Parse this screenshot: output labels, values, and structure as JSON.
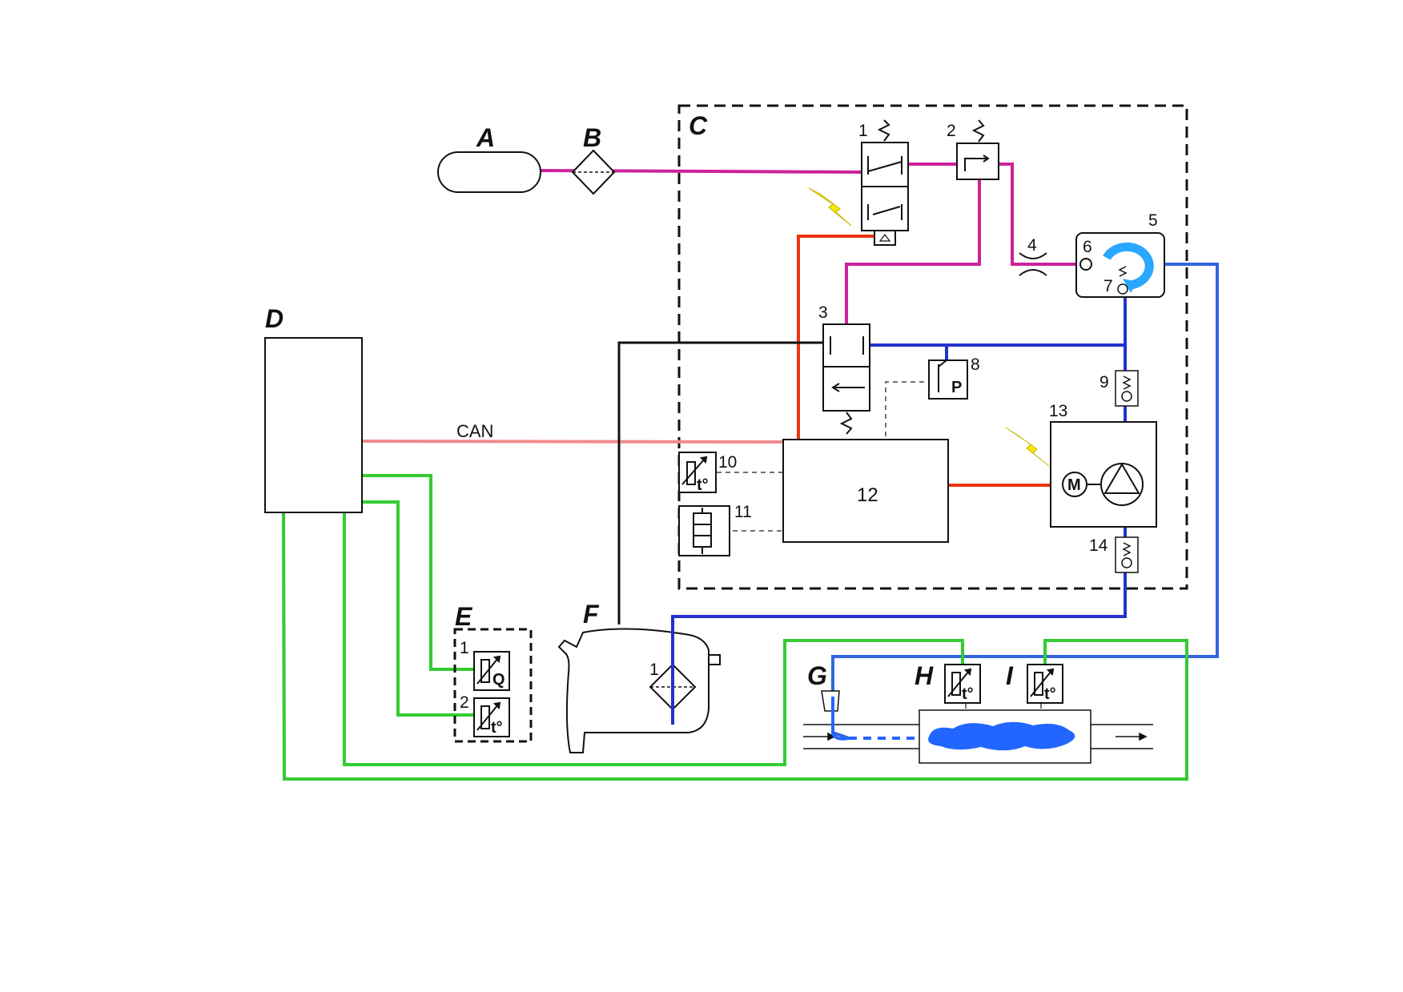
{
  "diagram": {
    "letters": {
      "a": "A",
      "b": "B",
      "c": "C",
      "d": "D",
      "e": "E",
      "f": "F",
      "g": "G",
      "h": "H",
      "i": "I"
    },
    "numbers": {
      "n1": "1",
      "n2": "2",
      "n3": "3",
      "n4": "4",
      "n5": "5",
      "n6": "6",
      "n7": "7",
      "n8": "8",
      "n9": "9",
      "n10": "10",
      "n11": "11",
      "n12": "12",
      "n13": "13",
      "n14": "14",
      "e1": "1",
      "e2": "2",
      "f1": "1"
    },
    "can_label": "CAN",
    "symbols": {
      "pressure": "P",
      "motor": "M",
      "flow": "Q",
      "temp": "t°"
    },
    "colors": {
      "air_line": "#cc2299",
      "dosing_line": "#2233cc",
      "dosing_return": "#3366dd",
      "power_line": "#ee3311",
      "can_line": "#f28a8a",
      "sensor_line": "#33cc33",
      "control_line": "#111111",
      "lightning": "#f5e600",
      "spray": "#2266ff"
    },
    "icons": [
      "lightning-icon",
      "pump-motor-icon",
      "check-valve-icon",
      "filter-icon",
      "tank-icon"
    ]
  }
}
